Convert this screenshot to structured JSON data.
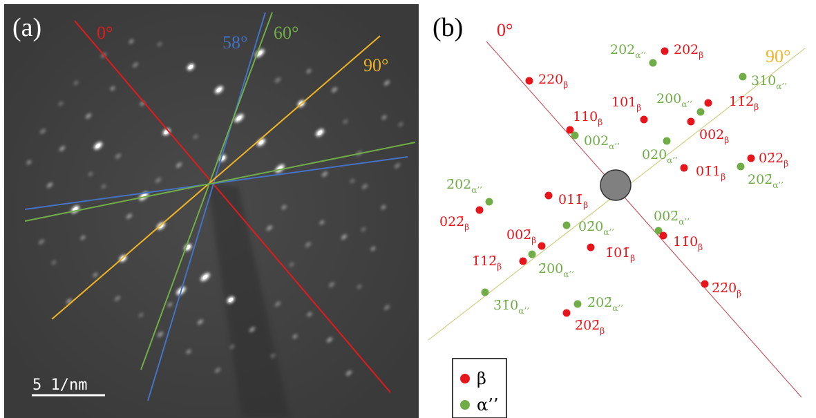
{
  "panel_a": {
    "label": "(a)",
    "scale_bar": "5 1/nm",
    "lines": [
      {
        "name": "zero",
        "label": "0°",
        "color": "#e31a1c"
      },
      {
        "name": "fifty-eight",
        "label": "58°",
        "color": "#4472c4"
      },
      {
        "name": "sixty",
        "label": "60°",
        "color": "#70ad47"
      },
      {
        "name": "ninety",
        "label": "90°",
        "color": "#f0b323"
      }
    ]
  },
  "panel_b": {
    "label": "(b)",
    "axis_zero_label": "0°",
    "axis_ninety_label": "90°",
    "colors": {
      "beta": "#e8141b",
      "alpha": "#70ad47",
      "center": "#808080",
      "zero_line": "#c43c4a",
      "ninety_line": "#c9c76a"
    },
    "spots": [
      {
        "name": "220-beta",
        "phase": "beta",
        "text": "220",
        "sub": "β"
      },
      {
        "name": "202-beta",
        "phase": "beta",
        "text": "202",
        "sub": "β"
      },
      {
        "name": "202-alpha",
        "phase": "alpha",
        "text": "202",
        "sub": "α’’"
      },
      {
        "name": "310-alpha",
        "phase": "alpha",
        "text": "310",
        "sub": "α’’"
      },
      {
        "name": "110-beta",
        "phase": "beta",
        "text": "110",
        "sub": "β"
      },
      {
        "name": "101-beta",
        "phase": "beta",
        "text": "101",
        "sub": "β"
      },
      {
        "name": "200-alpha",
        "phase": "alpha",
        "text": "200",
        "sub": "α’’"
      },
      {
        "name": "1-12-beta",
        "phase": "beta",
        "text": "11̄2",
        "sub": "β"
      },
      {
        "name": "002-alpha",
        "phase": "alpha",
        "text": "002",
        "sub": "α’’"
      },
      {
        "name": "002-beta",
        "phase": "beta",
        "text": "002",
        "sub": "β"
      },
      {
        "name": "020-alpha",
        "phase": "alpha",
        "text": "020",
        "sub": "α’’"
      },
      {
        "name": "02-2-beta",
        "phase": "beta",
        "text": "02̄2",
        "sub": "β"
      },
      {
        "name": "01-1-beta",
        "phase": "beta",
        "text": "01̄1",
        "sub": "β"
      },
      {
        "name": "20-2-alpha",
        "phase": "alpha",
        "text": "202̄",
        "sub": "α’’"
      },
      {
        "name": "-202-alpha",
        "phase": "alpha",
        "text": "2̄02",
        "sub": "α’’"
      },
      {
        "name": "01-1bar-beta",
        "phase": "beta",
        "text": "011̄",
        "sub": "β"
      },
      {
        "name": "02-2bar-beta",
        "phase": "beta",
        "text": "022̄",
        "sub": "β"
      },
      {
        "name": "0-20-alpha",
        "phase": "alpha",
        "text": "02̄0",
        "sub": "α’’"
      },
      {
        "name": "00-2-alpha",
        "phase": "alpha",
        "text": "002̄",
        "sub": "α’’"
      },
      {
        "name": "00-2-beta",
        "phase": "beta",
        "text": "002̄",
        "sub": "β"
      },
      {
        "name": "-10-1-beta",
        "phase": "beta",
        "text": "1̄01̄",
        "sub": "β"
      },
      {
        "name": "-1-10-beta",
        "phase": "beta",
        "text": "11̄0",
        "sub": "β"
      },
      {
        "name": "-11-2-beta",
        "phase": "beta",
        "text": "1̄12̄",
        "sub": "β"
      },
      {
        "name": "-200-alpha",
        "phase": "alpha",
        "text": "2̄00",
        "sub": "α’’"
      },
      {
        "name": "-2-20-beta",
        "phase": "beta",
        "text": "2̄2̄0",
        "sub": "β"
      },
      {
        "name": "-3-10-alpha",
        "phase": "alpha",
        "text": "3̄1̄0",
        "sub": "α’’"
      },
      {
        "name": "-20-2-alpha",
        "phase": "alpha",
        "text": "2̄02̄",
        "sub": "α’’"
      },
      {
        "name": "-20-2-beta",
        "phase": "beta",
        "text": "2̄02̄",
        "sub": "β"
      }
    ],
    "legend": [
      {
        "phase": "beta",
        "label": "β"
      },
      {
        "phase": "alpha",
        "label": "α’’"
      }
    ]
  }
}
